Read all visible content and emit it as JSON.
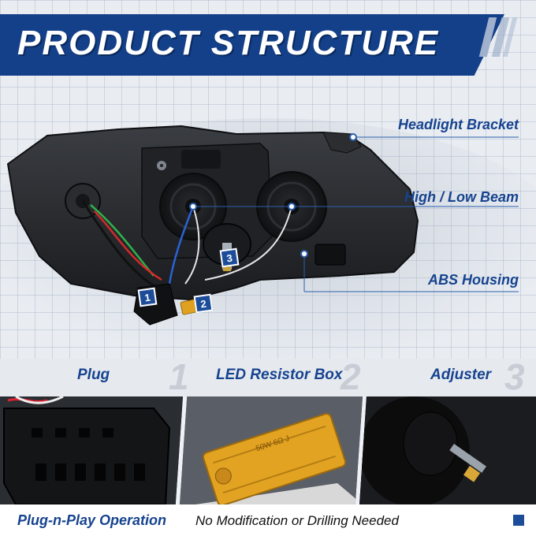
{
  "header": {
    "title": "PRODUCT STRUCTURE"
  },
  "callouts": [
    {
      "label": "Headlight Bracket"
    },
    {
      "label": "High / Low Beam"
    },
    {
      "label": "ABS Housing"
    }
  ],
  "badges": [
    "1",
    "2",
    "3"
  ],
  "details": [
    {
      "label": "Plug",
      "number": "1"
    },
    {
      "label": "LED Resistor Box",
      "number": "2"
    },
    {
      "label": "Adjuster",
      "number": "3"
    }
  ],
  "resistor_text": "50W 6Ω J",
  "footer": {
    "highlight": "Plug-n-Play Operation",
    "text": "No Modification or Drilling Needed"
  },
  "colors": {
    "brand_blue": "#14408a",
    "label_blue": "#16438f",
    "resistor_gold": "#e0a020"
  }
}
